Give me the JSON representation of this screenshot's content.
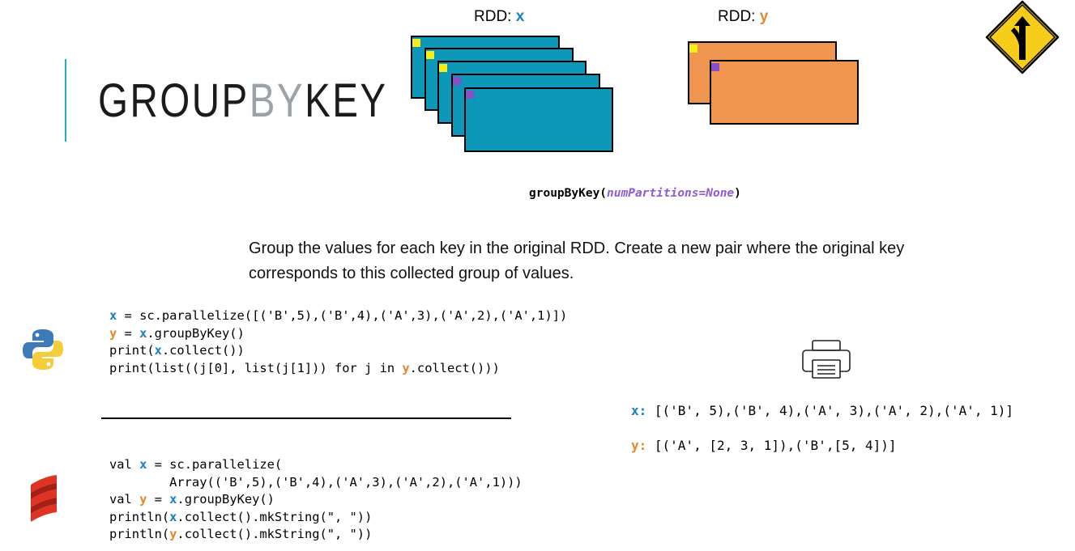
{
  "title": {
    "part1": "GROUP",
    "part2": "BY",
    "part3": "KEY"
  },
  "rdd_x": {
    "label_prefix": "RDD: ",
    "var": "x",
    "color": "#0d98ba",
    "partitions": 5
  },
  "rdd_y": {
    "label_prefix": "RDD: ",
    "var": "y",
    "color": "#ef9550",
    "partitions": 2
  },
  "signature": {
    "name": "groupByKey(",
    "param": "numPartitions=None",
    "close": ")"
  },
  "description": "Group the values for each key in the original RDD. Create a new pair where the original key corresponds to this collected group of values.",
  "python_code": {
    "line1_var": "x",
    "line1_rest": " = sc.parallelize([('B',5),('B',4),('A',3),('A',2),('A',1)])",
    "line2_var": "y",
    "line2_mid": " = ",
    "line2_var2": "x",
    "line2_rest": ".groupByKey()",
    "line3_pre": "print(",
    "line3_var": "x",
    "line3_rest": ".collect())",
    "line4_pre": "print(list((j[0], list(j[1])) for j in ",
    "line4_var": "y",
    "line4_rest": ".collect()))"
  },
  "scala_code": {
    "line1_pre": "val ",
    "line1_var": "x",
    "line1_rest": " = sc.parallelize(",
    "line2": "        Array(('B',5),('B',4),('A',3),('A',2),('A',1)))",
    "line3_pre": "val ",
    "line3_var": "y",
    "line3_mid": " = ",
    "line3_var2": "x",
    "line3_rest": ".groupByKey()",
    "line4_pre": "println(",
    "line4_var": "x",
    "line4_rest": ".collect().mkString(\", \"))",
    "line5_pre": "println(",
    "line5_var": "y",
    "line5_rest": ".collect().mkString(\", \"))"
  },
  "output": {
    "x_key": "x:",
    "x_value": " [('B', 5),('B', 4),('A', 3),('A', 2),('A', 1)]",
    "y_key": "y:",
    "y_value": " [('A', [2, 3, 1]),('B',[5, 4])]"
  },
  "icons": {
    "merge_sign": "merge-sign-icon",
    "python_logo": "python-logo-icon",
    "scala_logo": "scala-logo-icon",
    "printer": "printer-icon"
  }
}
